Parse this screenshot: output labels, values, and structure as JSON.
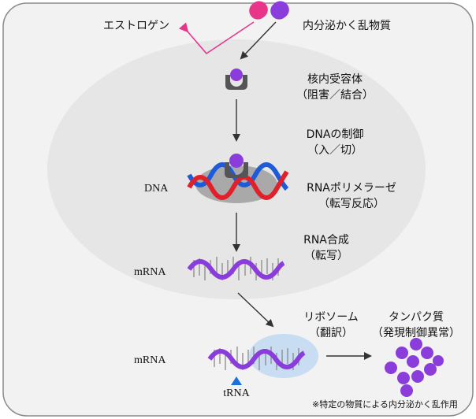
{
  "labels": {
    "estrogen": "エストロゲン",
    "endocrine_disruptor": "内分泌かく乱物質",
    "nuclear_receptor": "核内受容体",
    "nuclear_receptor_note": "（阻害／結合）",
    "dna_control": "DNAの制御",
    "dna_control_note": "（入／切）",
    "dna": "DNA",
    "rna_polymerase": "RNAポリメラーゼ",
    "rna_polymerase_note": "（転写反応）",
    "rna_synthesis": "RNA合成",
    "rna_synthesis_note": "（転写）",
    "mrna_1": "mRNA",
    "mrna_2": "mRNA",
    "ribosome": "リボソーム",
    "ribosome_note": "（翻訳）",
    "protein": "タンパク質",
    "protein_note": "（発現制御異常）",
    "trna": "tRNA",
    "footnote": "※特定の物質による内分泌かく乱作用"
  },
  "colors": {
    "estrogen_pill": "#e8358a",
    "disruptor_pill": "#8b3ddb",
    "arrow_pink": "#e8358a",
    "nucleus_fill": "#e8e8e8",
    "cell_fill": "#f2f2f2",
    "receptor": "#555555",
    "ligand": "#8b3ddb",
    "dna_red": "#e0202a",
    "dna_blue": "#1e5bd8",
    "mrna": "#8b3ddb",
    "ribosome": "#c8dcf2",
    "trna_marker": "#1e6fd8",
    "protein": "#8b3ddb"
  }
}
